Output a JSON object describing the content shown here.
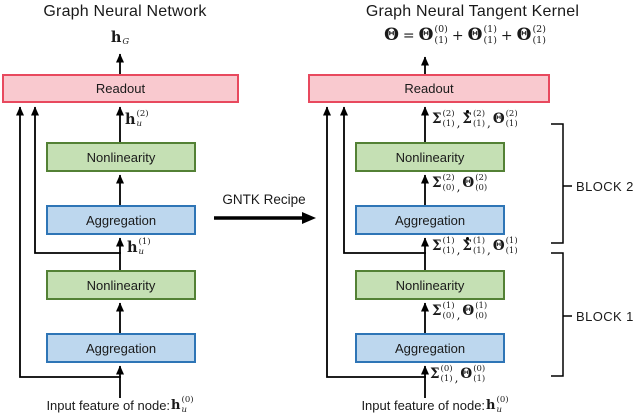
{
  "left_panel": {
    "title": "Graph Neural Network",
    "readout_label": "Readout",
    "boxes": {
      "nonlinearity_top": "Nonlinearity",
      "aggregation_top": "Aggregation",
      "nonlinearity_bottom": "Nonlinearity",
      "aggregation_bottom": "Aggregation"
    },
    "graph_embedding": [
      {
        "b": "h",
        "u": "G"
      }
    ],
    "hidden_top": [
      {
        "b": "h",
        "s": "(2)",
        "u": "u"
      }
    ],
    "hidden_mid": [
      {
        "b": "h",
        "s": "(1)",
        "u": "u"
      }
    ],
    "input_caption_text": "Input feature of node: ",
    "input_caption_math": [
      {
        "b": "h",
        "s": "(0)",
        "u": "u"
      }
    ]
  },
  "center": {
    "arrow_label": "GNTK Recipe"
  },
  "right_panel": {
    "title": "Graph Neural Tangent Kernel",
    "readout_label": "Readout",
    "equation": [
      {
        "b": "Θ"
      },
      {
        "txt": " = "
      },
      {
        "b": "Θ",
        "s": "(0)",
        "u": "(1)"
      },
      {
        "txt": " + "
      },
      {
        "b": "Θ",
        "s": "(1)",
        "u": "(1)"
      },
      {
        "txt": " + "
      },
      {
        "b": "Θ",
        "s": "(2)",
        "u": "(1)"
      }
    ],
    "boxes": {
      "nonlinearity_top": "Nonlinearity",
      "aggregation_top": "Aggregation",
      "nonlinearity_bottom": "Nonlinearity",
      "aggregation_bottom": "Aggregation"
    },
    "kernel_top": [
      {
        "b": "Σ",
        "s": "(2)",
        "u": "(1)"
      },
      {
        "txt": ", "
      },
      {
        "b": "Σ",
        "d": 1,
        "s": "(2)",
        "u": "(1)"
      },
      {
        "txt": ", "
      },
      {
        "b": "Θ",
        "s": "(2)",
        "u": "(1)"
      }
    ],
    "kernel_block2_mid": [
      {
        "b": "Σ",
        "s": "(2)",
        "u": "(0)"
      },
      {
        "txt": ", "
      },
      {
        "b": "Θ",
        "s": "(2)",
        "u": "(0)"
      }
    ],
    "kernel_between": [
      {
        "b": "Σ",
        "s": "(1)",
        "u": "(1)"
      },
      {
        "txt": ", "
      },
      {
        "b": "Σ",
        "d": 1,
        "s": "(1)",
        "u": "(1)"
      },
      {
        "txt": ", "
      },
      {
        "b": "Θ",
        "s": "(1)",
        "u": "(1)"
      }
    ],
    "kernel_block1_mid": [
      {
        "b": "Σ",
        "s": "(1)",
        "u": "(0)"
      },
      {
        "txt": ", "
      },
      {
        "b": "Θ",
        "s": "(1)",
        "u": "(0)"
      }
    ],
    "kernel_input": [
      {
        "b": "Σ",
        "s": "(0)",
        "u": "(1)"
      },
      {
        "txt": ", "
      },
      {
        "b": "Θ",
        "s": "(0)",
        "u": "(1)"
      }
    ],
    "brackets": {
      "block2_label": "BLOCK 2",
      "block1_label": "BLOCK 1"
    },
    "input_caption_text": "Input feature of node: ",
    "input_caption_math": [
      {
        "b": "h",
        "s": "(0)",
        "u": "u"
      }
    ]
  },
  "colors": {
    "readout_fill": "#f9c9cf",
    "readout_border": "#e8495e",
    "nonlinearity_fill": "#c5e0b4",
    "nonlinearity_border": "#538135",
    "aggregation_fill": "#bdd7ee",
    "aggregation_border": "#2e75b6",
    "line": "#000000"
  }
}
